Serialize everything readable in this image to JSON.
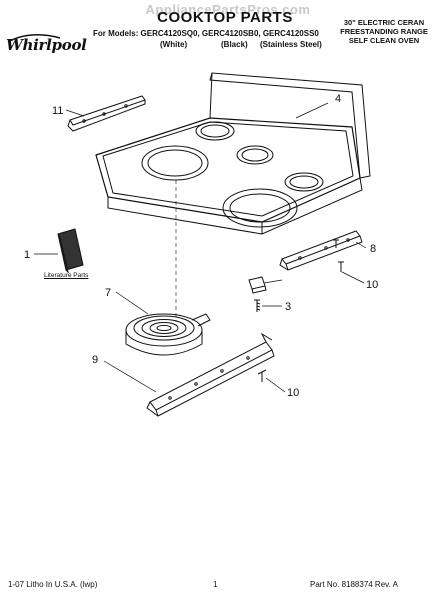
{
  "header": {
    "watermark": "AppliancePartsPros.com",
    "title": "COOKTOP PARTS",
    "models_line": "For Models: GERC4120SQ0, GERC4120SB0, GERC4120SS0",
    "variants": [
      "(White)",
      "(Black)",
      "(Stainless Steel)"
    ],
    "right_box": [
      "30\" ELECTRIC CERAN",
      "FREESTANDING RANGE",
      "SELF CLEAN OVEN"
    ],
    "logo": "Whirlpool"
  },
  "diagram": {
    "literature_label": "Literature Parts",
    "callouts": [
      "1",
      "3",
      "4",
      "7",
      "8",
      "9",
      "10",
      "10",
      "11"
    ]
  },
  "footer": {
    "left": "1-07 Litho In U.S.A. (lwp)",
    "center": "1",
    "right": "Part No. 8188374 Rev. A"
  },
  "colors": {
    "ink": "#111111",
    "watermark": "#c9c9c9"
  }
}
